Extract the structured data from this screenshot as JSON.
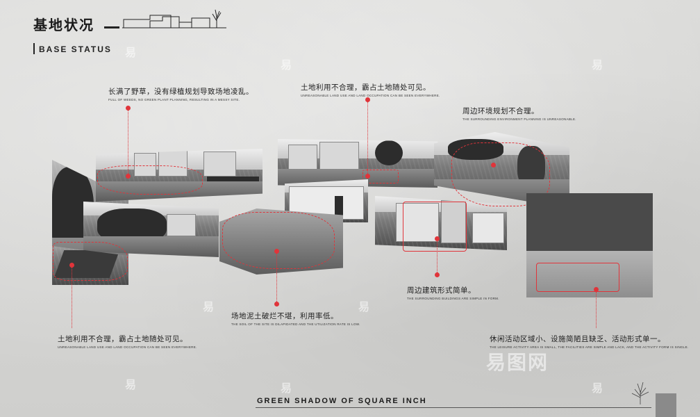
{
  "header": {
    "title": "基地状况",
    "subtitle": "BASE STATUS"
  },
  "annotations": [
    {
      "id": "a1",
      "zh": "长满了野草，没有绿植规划导致场地凌乱。",
      "en": "FULL OF WEEDS, NO GREEN PLANT PLANNING, RESULTING IN A MESSY SITE."
    },
    {
      "id": "a2",
      "zh": "土地利用不合理，霸占土地随处可见。",
      "en": "UNREASONABLE LAND USE AND LAND OCCUPATION CAN BE SEEN EVERYWHERE."
    },
    {
      "id": "a3",
      "zh": "周边环境规划不合理。",
      "en": "THE SURROUNDING ENVIRONMENT PLANNING IS UNREASONABLE."
    },
    {
      "id": "a4",
      "zh": "周边建筑形式简单。",
      "en": "THE SURROUNDING BUILDINGS ARE SIMPLE IN FORM."
    },
    {
      "id": "a5",
      "zh": "场地泥土破烂不堪，利用率低。",
      "en": "THE SOIL OF THE SITE IS DILAPIDATED AND THE UTILIZATION RATE IS LOW."
    },
    {
      "id": "a6",
      "zh": "土地利用不合理，霸占土地随处可见。",
      "en": "UNREASONABLE LAND USE AND LAND OCCUPATION CAN BE SEEN EVERYWHERE."
    },
    {
      "id": "a7",
      "zh": "休闲活动区域小、设施简陋且缺乏、活动形式单一。",
      "en": "THE LEISURE ACTIVITY AREA IS SMALL, THE FACILITIES ARE SIMPLE AND LACK, AND THE ACTIVITY FORM IS SINGLE."
    }
  ],
  "footer": {
    "text": "GREEN SHADOW OF SQUARE INCH"
  },
  "watermark": {
    "char": "易",
    "brand": "易图网"
  },
  "colors": {
    "accent": "#e0343a",
    "text": "#1f1f1f"
  }
}
